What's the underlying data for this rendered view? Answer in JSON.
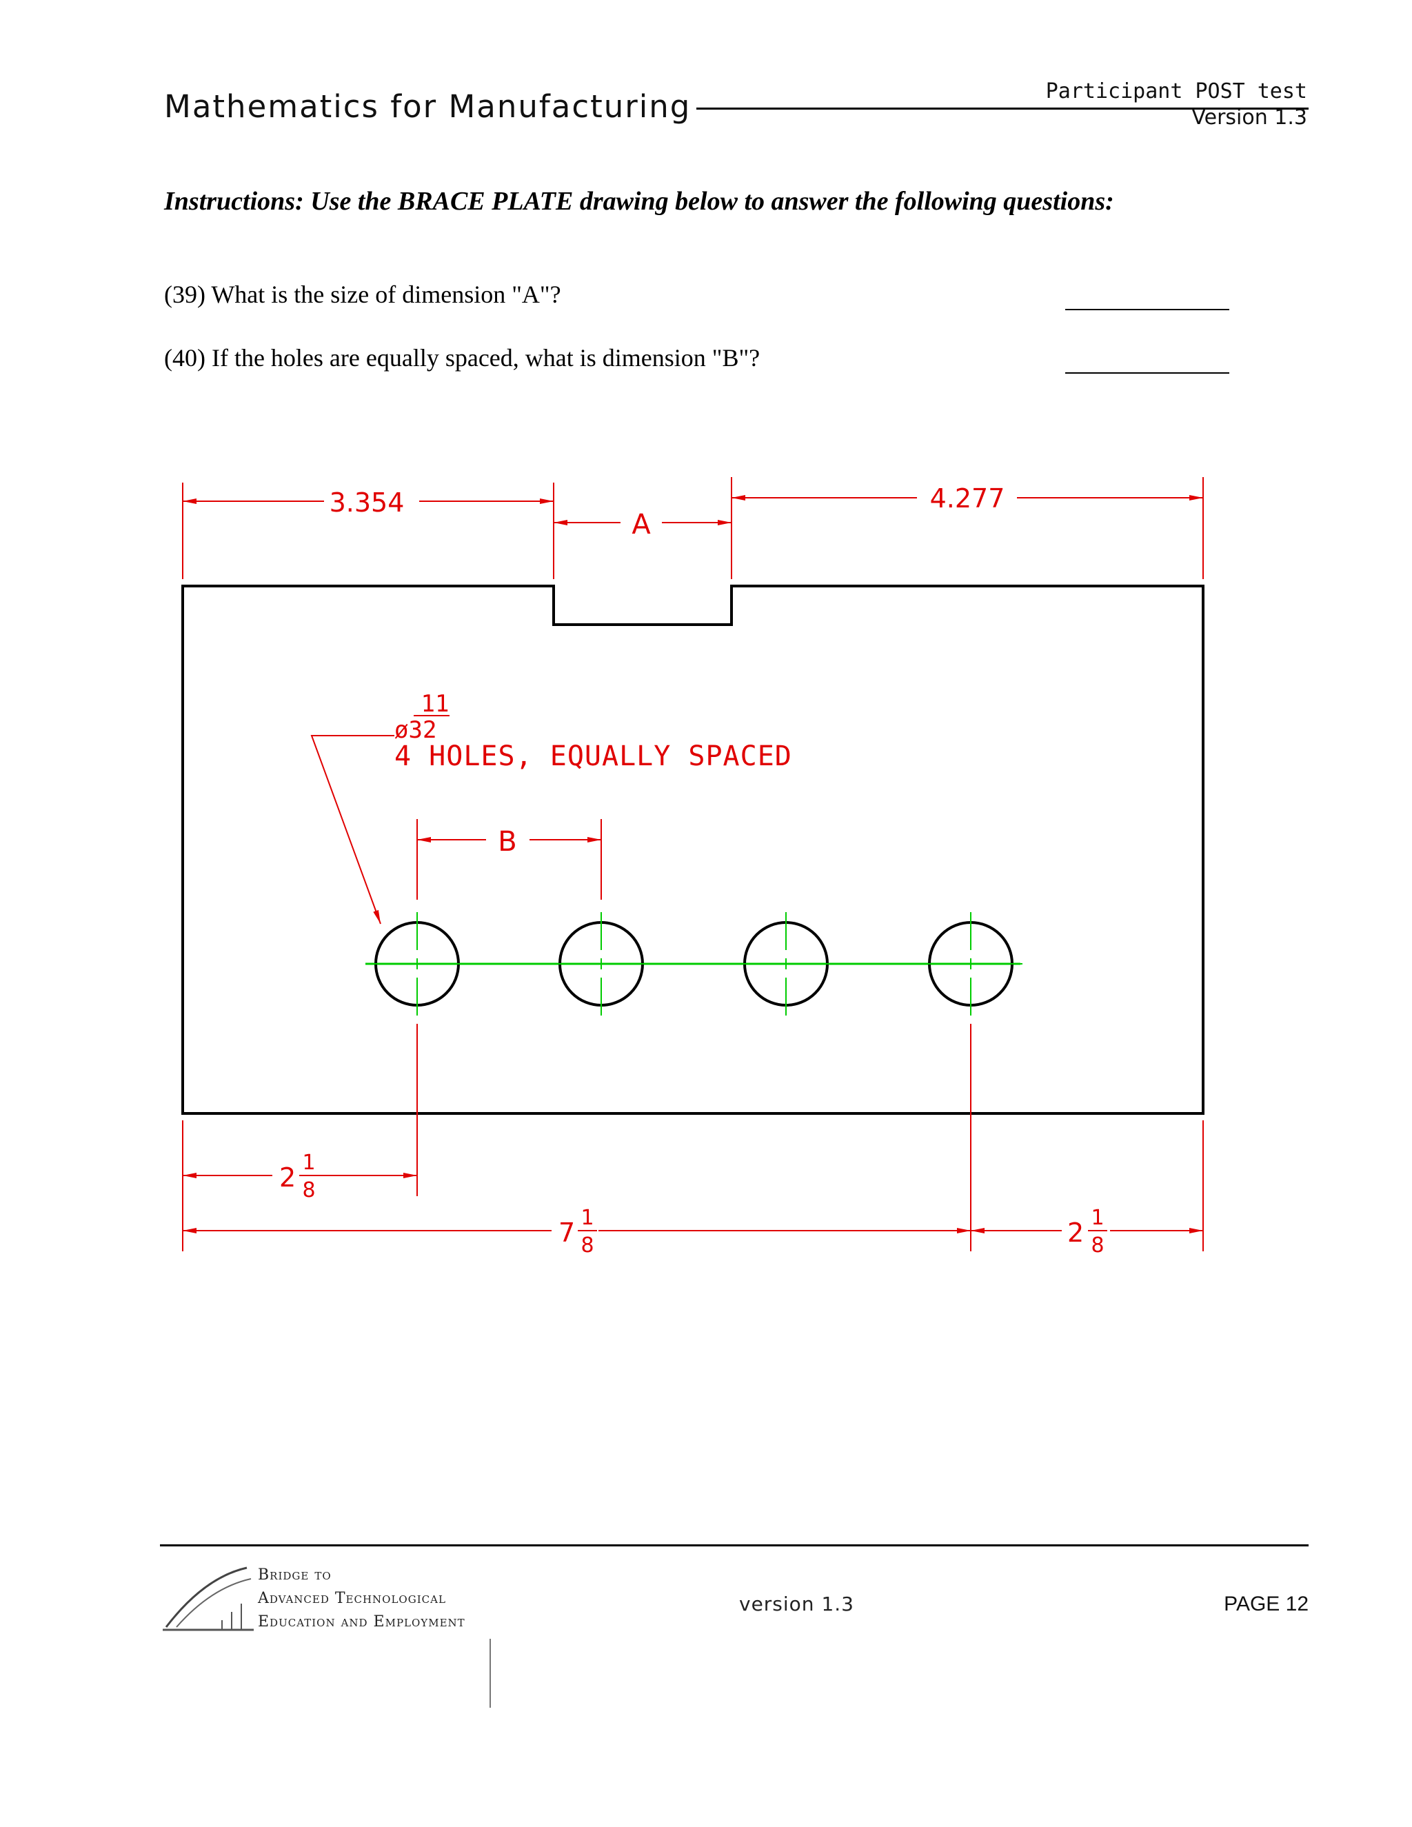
{
  "header": {
    "title": "Mathematics for Manufacturing",
    "right_line1": "Participant POST test",
    "right_line2": "Version 1.3"
  },
  "instructions": "Instructions:  Use the BRACE PLATE drawing below to answer the following questions:",
  "questions": [
    {
      "text": "(39)  What is the size of dimension \"A\"?"
    },
    {
      "text": "(40)  If the holes are equally spaced, what is dimension \"B\"?"
    }
  ],
  "drawing": {
    "dim_top_left": "3.354",
    "dim_top_right": "4.277",
    "label_a": "A",
    "label_b": "B",
    "hole_note_numerator": "11",
    "hole_note_denominator": "ø32",
    "hole_note_text": "4 HOLES, EQUALLY SPACED",
    "dim_bottom_left_whole": "2",
    "dim_bottom_left_num": "1",
    "dim_bottom_left_den": "8",
    "dim_bottom_mid_whole": "7",
    "dim_bottom_mid_num": "1",
    "dim_bottom_mid_den": "8",
    "dim_bottom_right_whole": "2",
    "dim_bottom_right_num": "1",
    "dim_bottom_right_den": "8",
    "colors": {
      "dimension": "#e00000",
      "centerline": "#00cc00",
      "object": "#000000"
    }
  },
  "footer": {
    "logo_line1": "Bridge to",
    "logo_line2": "Advanced Technological",
    "logo_line3": "Education and Employment",
    "center": "version 1.3",
    "page": "PAGE 12"
  }
}
